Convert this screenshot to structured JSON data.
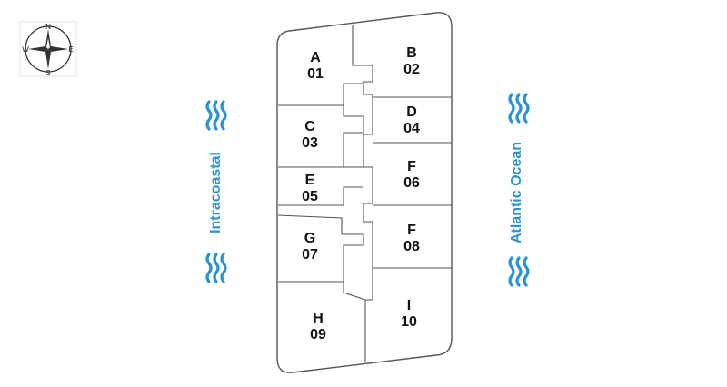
{
  "compass": {
    "north": "N",
    "south": "S",
    "east": "E",
    "west": "W",
    "icon": "compass-rose-icon"
  },
  "water": {
    "color": "#2a93d5",
    "west_label": "Intracoastal",
    "east_label": "Atlantic Ocean",
    "icon": "waves-icon"
  },
  "units": [
    {
      "id": "a",
      "letter": "A",
      "number": "01"
    },
    {
      "id": "b",
      "letter": "B",
      "number": "02"
    },
    {
      "id": "c",
      "letter": "C",
      "number": "03"
    },
    {
      "id": "d",
      "letter": "D",
      "number": "04"
    },
    {
      "id": "e",
      "letter": "E",
      "number": "05"
    },
    {
      "id": "f1",
      "letter": "F",
      "number": "06"
    },
    {
      "id": "g",
      "letter": "G",
      "number": "07"
    },
    {
      "id": "f2",
      "letter": "F",
      "number": "08"
    },
    {
      "id": "h",
      "letter": "H",
      "number": "09"
    },
    {
      "id": "i",
      "letter": "I",
      "number": "10"
    }
  ]
}
